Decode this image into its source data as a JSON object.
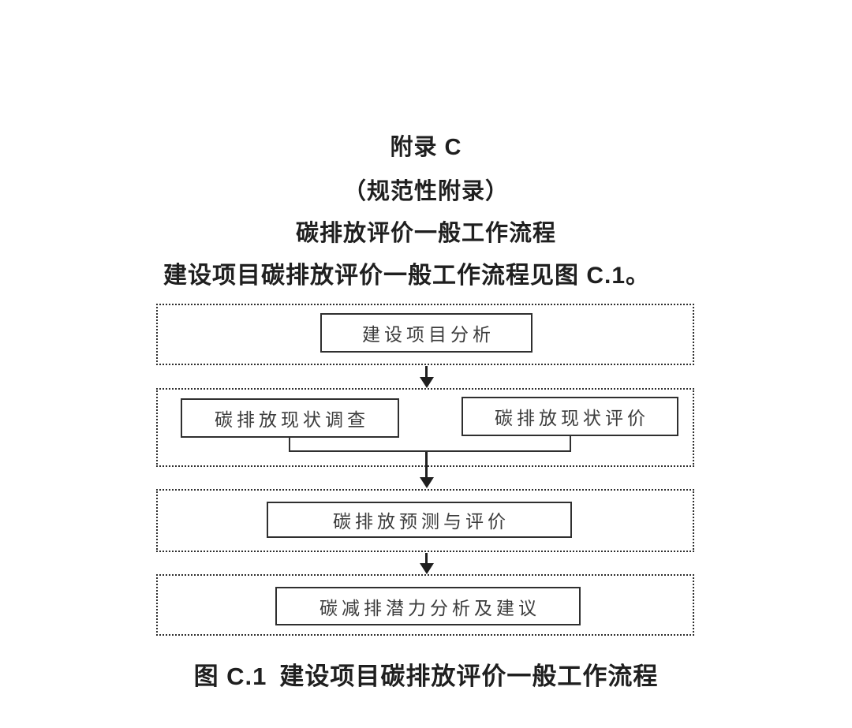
{
  "header": {
    "appendix_title": "附录 C",
    "appendix_subtitle": "（规范性附录）",
    "section_heading": "碳排放评价一般工作流程",
    "intro_text": "建设项目碳排放评价一般工作流程见图 C.1。"
  },
  "flowchart": {
    "stage1": {
      "box1": "建设项目分析"
    },
    "stage2": {
      "box1": "碳排放现状调查",
      "box2": "碳排放现状评价"
    },
    "stage3": {
      "box1": "碳排放预测与评价"
    },
    "stage4": {
      "box1": "碳减排潜力分析及建议"
    }
  },
  "caption": {
    "figure_label": "图 C.1",
    "figure_title": "建设项目碳排放评价一般工作流程"
  },
  "colors": {
    "ink": "#1f1f1f",
    "box_text": "#3c3c3c",
    "background": "#ffffff"
  }
}
